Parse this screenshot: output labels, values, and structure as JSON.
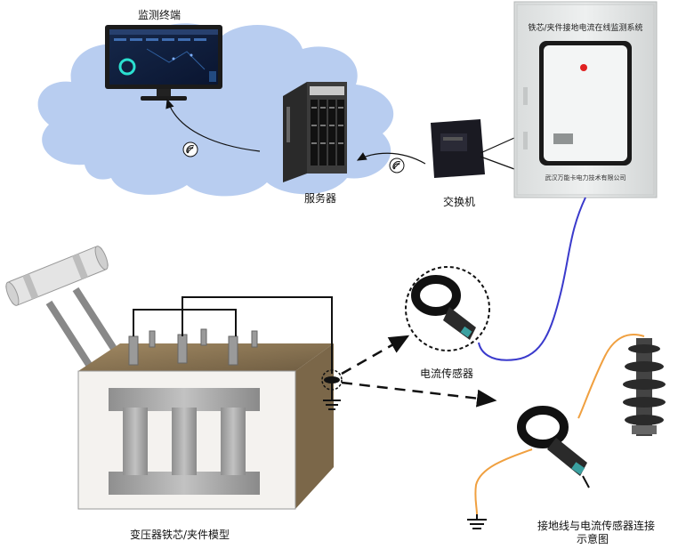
{
  "labels": {
    "monitor": "监测终端",
    "server": "服务器",
    "switch": "交换机",
    "sensor": "电流传感器",
    "transformer": "变压器铁芯/夹件模型",
    "grounding_line1": "接地线与电流传感器连接",
    "grounding_line2": "示意图"
  },
  "cabinet": {
    "title": "铁芯/夹件接地电流在线监测系统",
    "footer": "武汉万能卡电力技术有限公司"
  },
  "colors": {
    "cloud": "#b8cdf0",
    "cabinet": "#e6e8e8",
    "cabinet_door": "#f3f5f5",
    "fiber_cable": "#3a3acc",
    "ground_cable": "#f0a040",
    "tank": "#8a7454",
    "core": "#a6a6a6",
    "indicator": "#e02020"
  },
  "icons": {
    "wireless_1": "wifi-signal-icon",
    "wireless_2": "wifi-signal-icon",
    "ground_1": "ground-symbol-icon",
    "ground_2": "ground-symbol-icon"
  }
}
